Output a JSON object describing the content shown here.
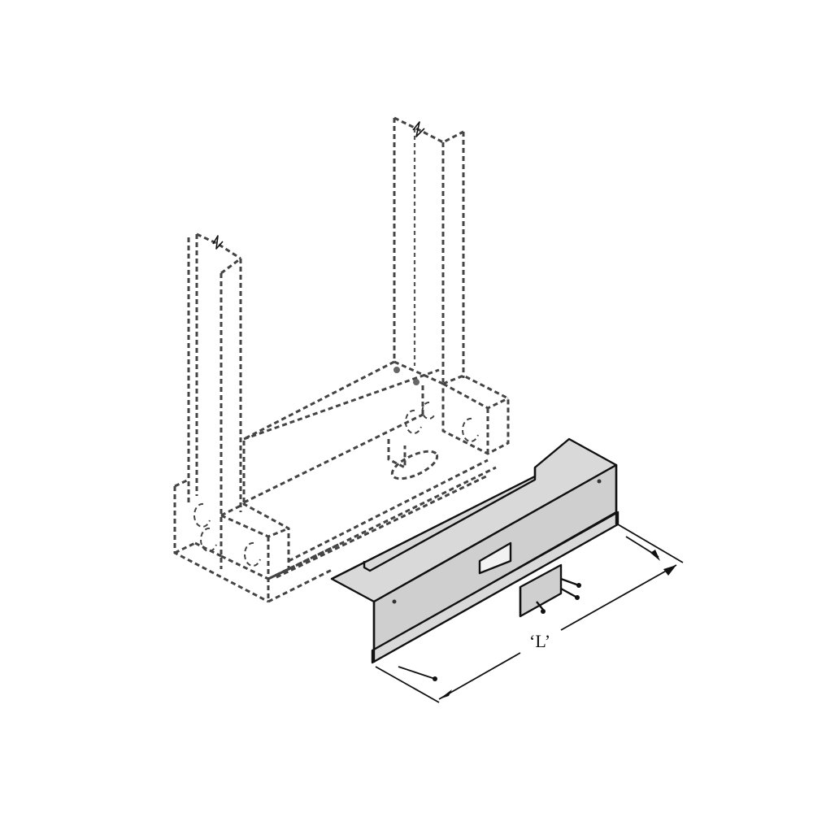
{
  "diagram": {
    "type": "isometric-installation-drawing",
    "components": [
      {
        "id": "frame",
        "label": "existing-frame-dashed"
      },
      {
        "id": "cover",
        "label": "base-cover-panel"
      },
      {
        "id": "bracket",
        "label": "small-mounting-bracket"
      },
      {
        "id": "dimension",
        "label": "length-dimension"
      }
    ],
    "dimension_label": "‘L’",
    "colors": {
      "panel_fill": "#d9d9d9",
      "line": "#111111",
      "dashed": "#444444"
    }
  }
}
